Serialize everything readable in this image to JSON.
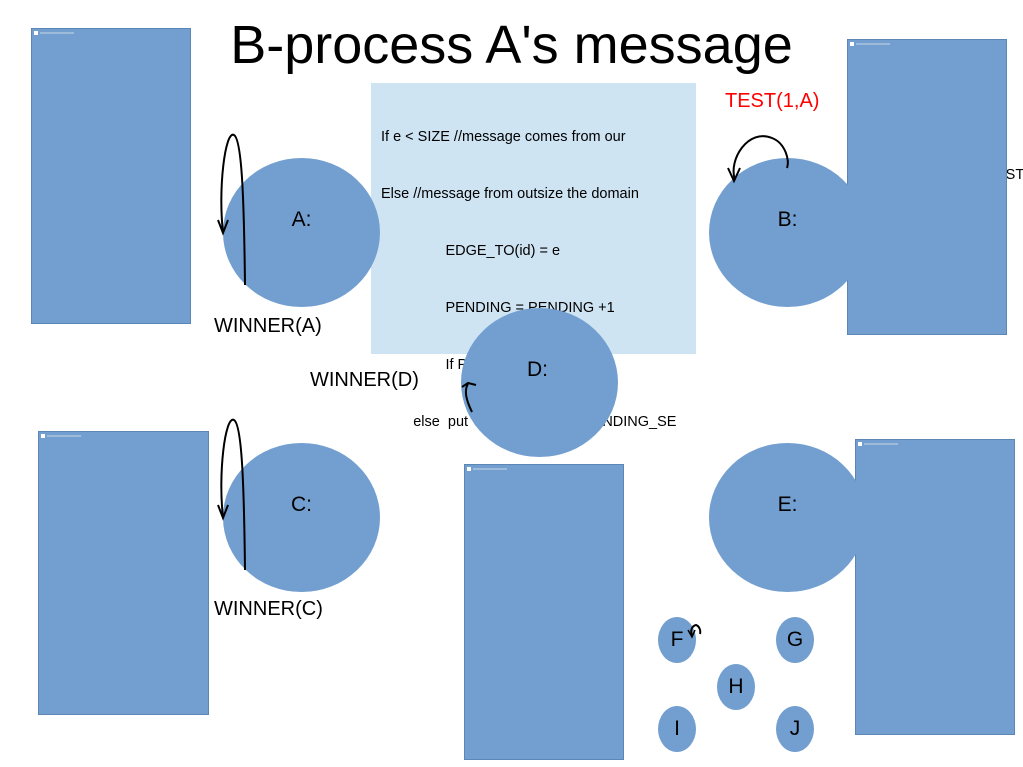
{
  "slide": {
    "title": "B-process A's message"
  },
  "code_box": {
    "lines": [
      "If e < SIZE //message comes from our",
      "Else //message from outsize the domain",
      "                EDGE_TO(id) = e",
      "                PENDING = PENDING +1",
      "                If PENDING =1 then",
      "        else  put TEST(size,id) in  PENDING_SE"
    ]
  },
  "cut_text": "EST",
  "nodes": {
    "a": "A:",
    "b": "B:",
    "c": "C:",
    "d": "D:",
    "e": "E:",
    "f": "F",
    "g": "G",
    "h": "H",
    "i": "I",
    "j": "J"
  },
  "labels": {
    "winner_a": "WINNER(A)",
    "winner_c": "WINNER(C)",
    "winner_d": "WINNER(D)",
    "test": "TEST(1,A)"
  },
  "colors": {
    "node_fill": "#729fcf",
    "panel_fill": "#729fcf",
    "code_box_fill": "#cfe4f3",
    "test_text": "#ff0000"
  }
}
